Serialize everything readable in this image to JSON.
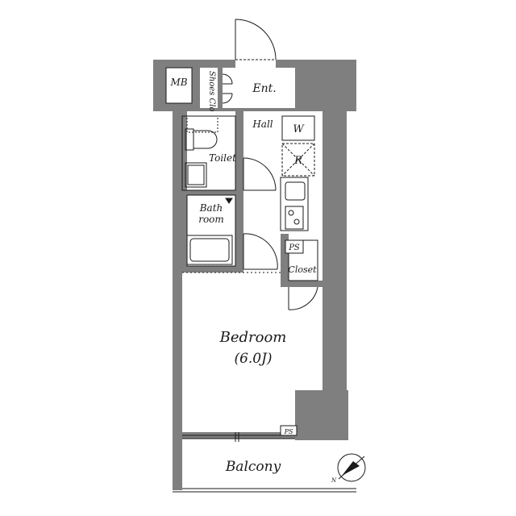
{
  "labels": {
    "mb": "MB",
    "shoes_closet": "Shoes Clo",
    "entrance": "Ent.",
    "hall": "Hall",
    "toilet": "Toilet",
    "washer": "W",
    "refrigerator": "R",
    "bath_line1": "Bath",
    "bath_line2": "room",
    "pipe_space_upper": "PS",
    "closet": "Closet",
    "bedroom": "Bedroom",
    "bedroom_size": "(6.0J)",
    "pipe_space_lower": "PS",
    "balcony": "Balcony",
    "north": "N"
  },
  "colors": {
    "wall": "#7f7f7f",
    "wall_dark": "#6e6e6e",
    "line": "#1a1a1a",
    "floor": "#ffffff"
  }
}
